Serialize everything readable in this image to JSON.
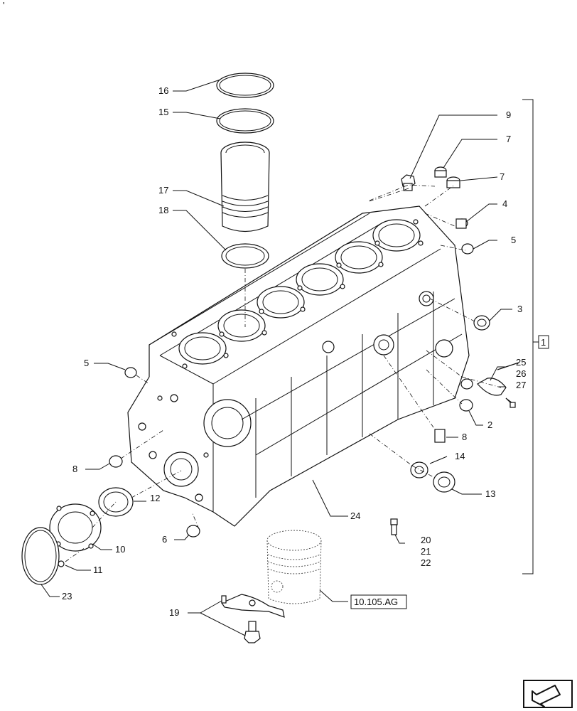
{
  "corner_mark": "'",
  "callouts": {
    "c1": "1",
    "c2": "2",
    "c3": "3",
    "c4": "4",
    "c5a": "5",
    "c5b": "5",
    "c6": "6",
    "c7a": "7",
    "c7b": "7",
    "c8a": "8",
    "c8b": "8",
    "c9": "9",
    "c10": "10",
    "c11": "11",
    "c12": "12",
    "c13": "13",
    "c14": "14",
    "c15": "15",
    "c16": "16",
    "c17": "17",
    "c18": "18",
    "c19": "19",
    "c20": "20",
    "c21": "21",
    "c22": "22",
    "c23": "23",
    "c24": "24",
    "c25": "25",
    "c26": "26",
    "c27": "27"
  },
  "reference_box": "10.105.AG",
  "nav_icon": "arrow-navigation-icon"
}
